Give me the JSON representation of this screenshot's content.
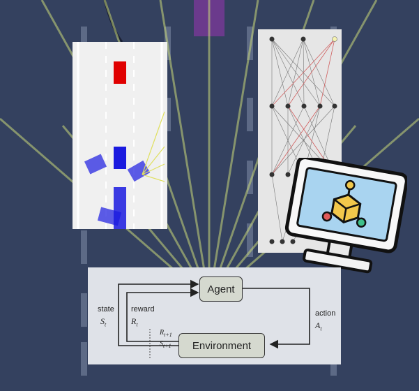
{
  "diagram": {
    "agent_label": "Agent",
    "environment_label": "Environment",
    "state_label": "state",
    "state_symbol": "S",
    "state_sub": "t",
    "reward_label": "reward",
    "reward_symbol": "R",
    "reward_sub": "t",
    "action_label": "action",
    "action_symbol": "A",
    "action_sub": "t",
    "next_reward_symbol": "R",
    "next_reward_sub": "t+1",
    "next_state_symbol": "S",
    "next_state_sub": "t+1"
  },
  "icons": {
    "computer": "computer-monitor-icon",
    "network": "network-cube-icon"
  },
  "colors": {
    "background": "#34415f",
    "ray": "#c9d87a",
    "car_red": "#e00000",
    "car_blue": "#1a1adf",
    "monitor_screen": "#a9d4f0",
    "cube": "#f2c84b"
  }
}
